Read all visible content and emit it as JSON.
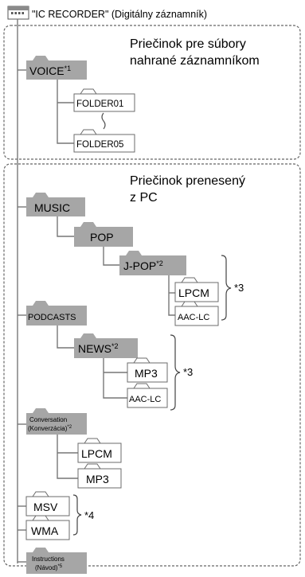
{
  "title": "\"IC RECORDER\" (Digitálny záznamník)",
  "section1": {
    "line1": "Priečinok pre súbory",
    "line2": "nahrané záznamníkom"
  },
  "section2": {
    "line1": "Priečinok prenesený",
    "line2": "z PC"
  },
  "folders": {
    "voice": {
      "name": "VOICE",
      "note": "*1"
    },
    "folder01": "FOLDER01",
    "folder05": "FOLDER05",
    "music": "MUSIC",
    "pop": "POP",
    "jpop": {
      "name": "J-POP",
      "note": "*2"
    },
    "lpcm1": "LPCM",
    "aaclc1": "AAC-LC",
    "podcasts": "PODCASTS",
    "news": {
      "name": "NEWS",
      "note": "*2"
    },
    "mp3a": "MP3",
    "aaclc2": "AAC-LC",
    "conversation": {
      "line1": "Conversation",
      "line2": "(Konverzácia)",
      "note": "*2"
    },
    "lpcm2": "LPCM",
    "mp3b": "MP3",
    "msv": "MSV",
    "wma": "WMA",
    "instructions": {
      "line1": "Instructions",
      "line2": "(Návod)",
      "note": "*5"
    }
  },
  "notes": {
    "n3a": "*3",
    "n3b": "*3",
    "n4": "*4"
  },
  "colors": {
    "folder_fill": "#a6a6a6",
    "stroke": "#6b6b6b",
    "line": "#777777"
  }
}
